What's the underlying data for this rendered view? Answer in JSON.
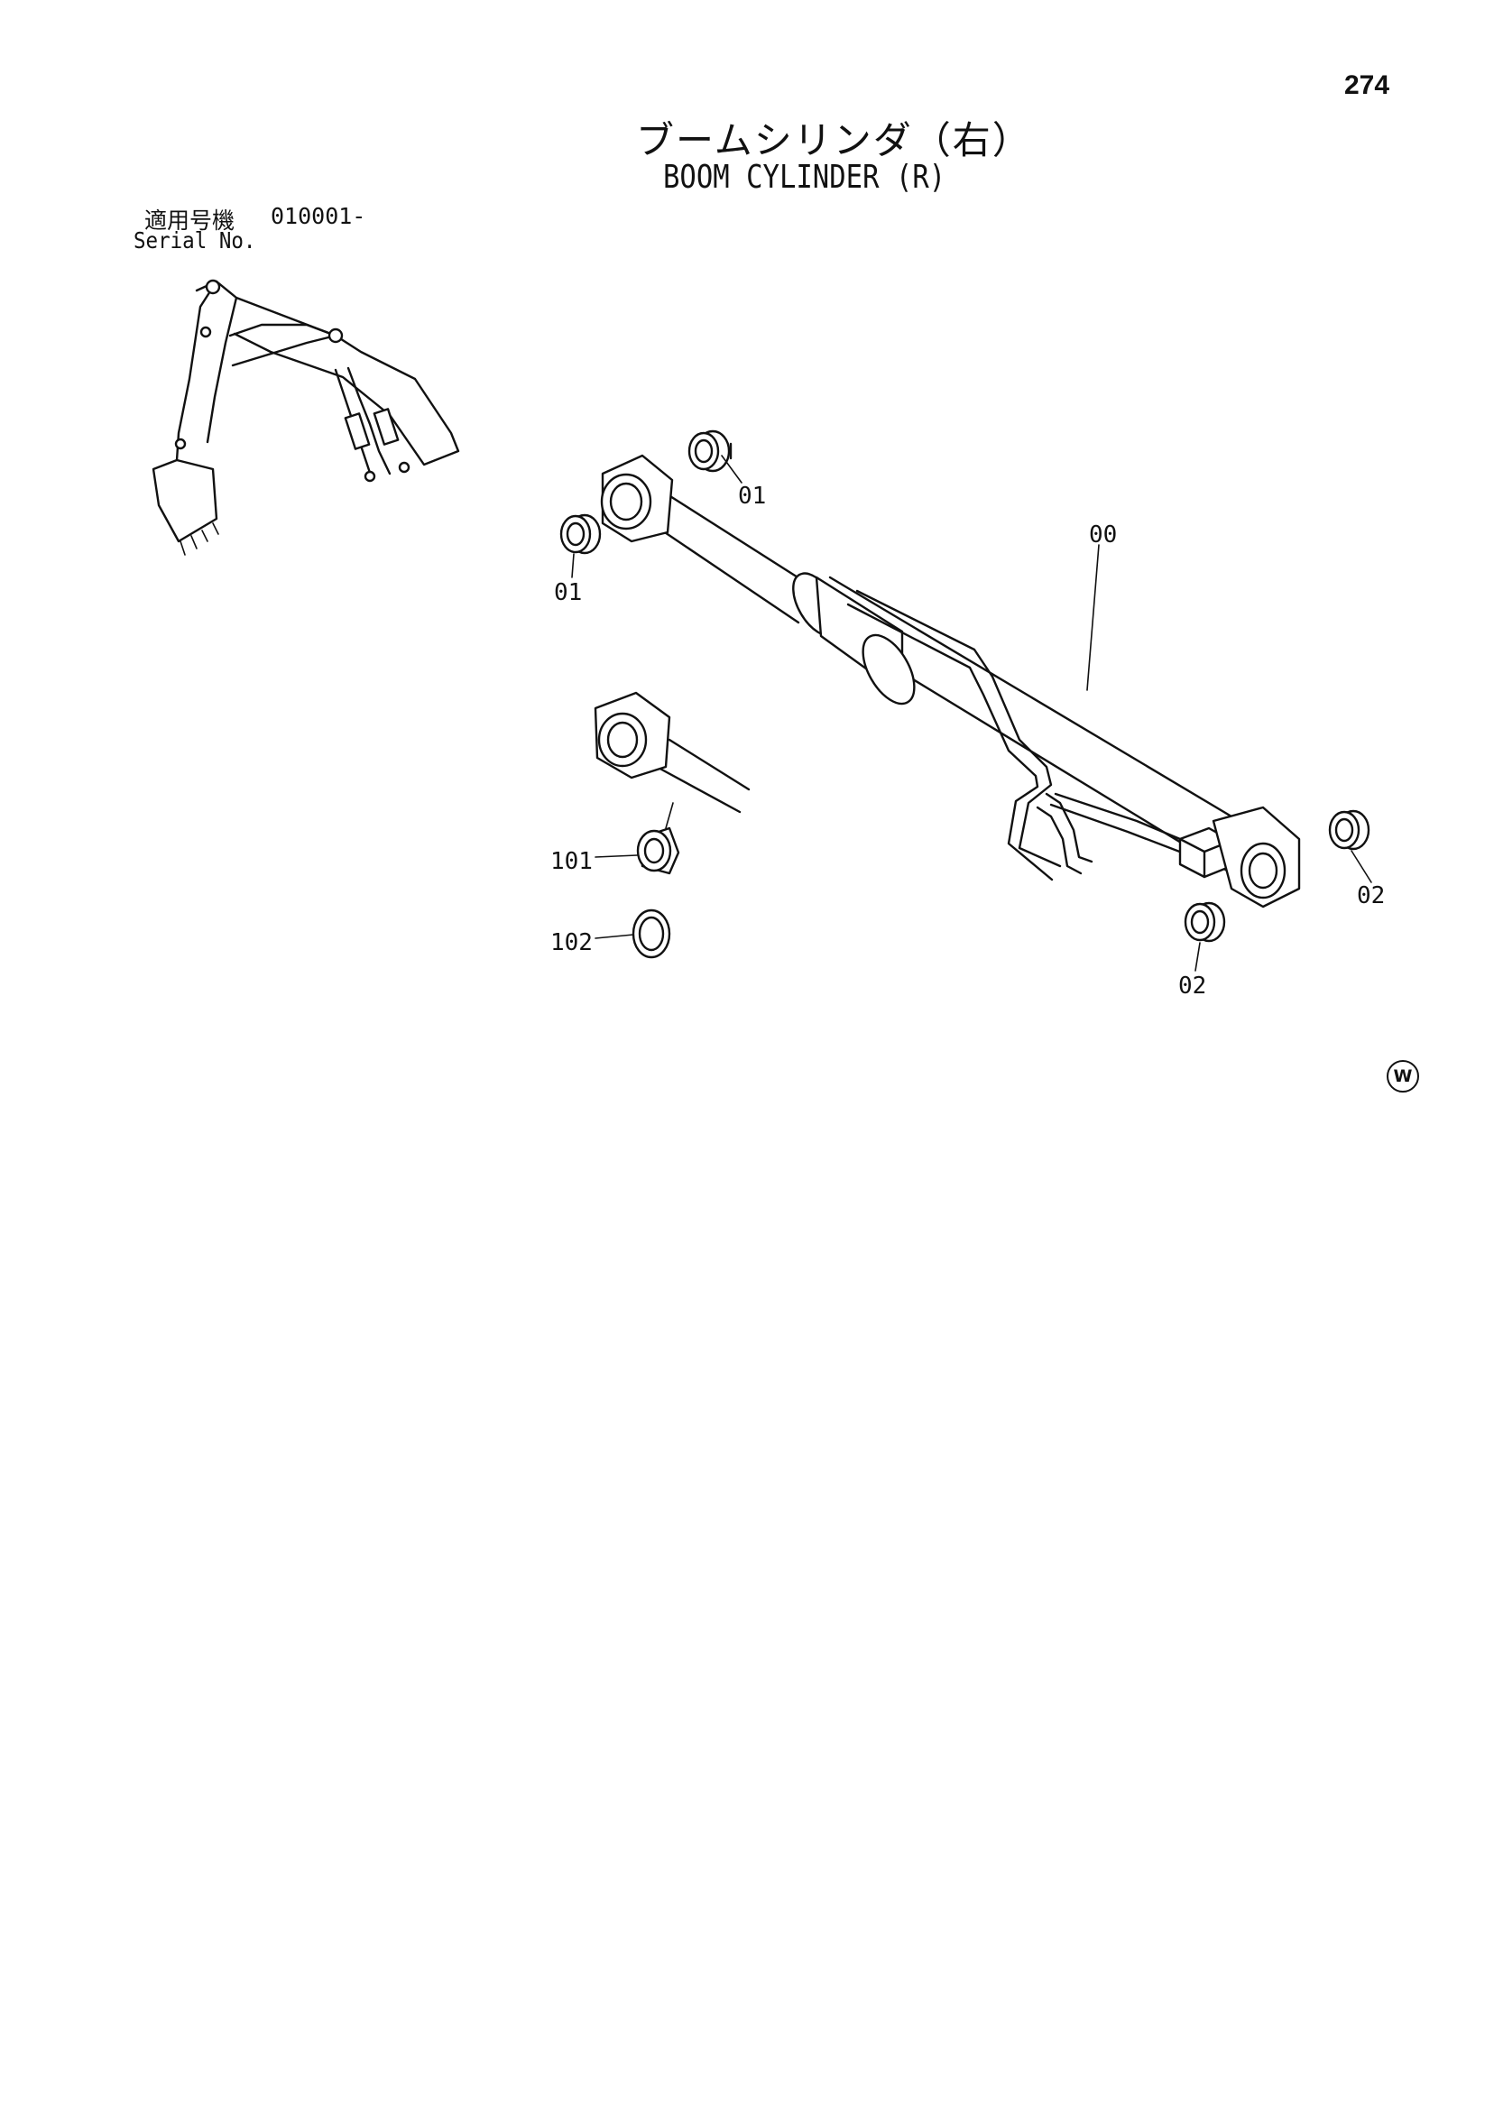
{
  "page": {
    "number": "274"
  },
  "title": {
    "japanese": "ブームシリンダ（右）",
    "english": "BOOM CYLINDER (R)"
  },
  "serial": {
    "label_jp": "適用号機",
    "value": "010001-",
    "label_en": "Serial No."
  },
  "callouts": {
    "cylinder_assembly": "00",
    "bushing_rod_end_top": "01",
    "bushing_rod_end_left": "01",
    "bushing_bottom_end_right": "02",
    "bushing_bottom_end_lower": "02",
    "seal_ring": "101",
    "snap_ring": "102"
  },
  "mark": {
    "w": "W"
  }
}
